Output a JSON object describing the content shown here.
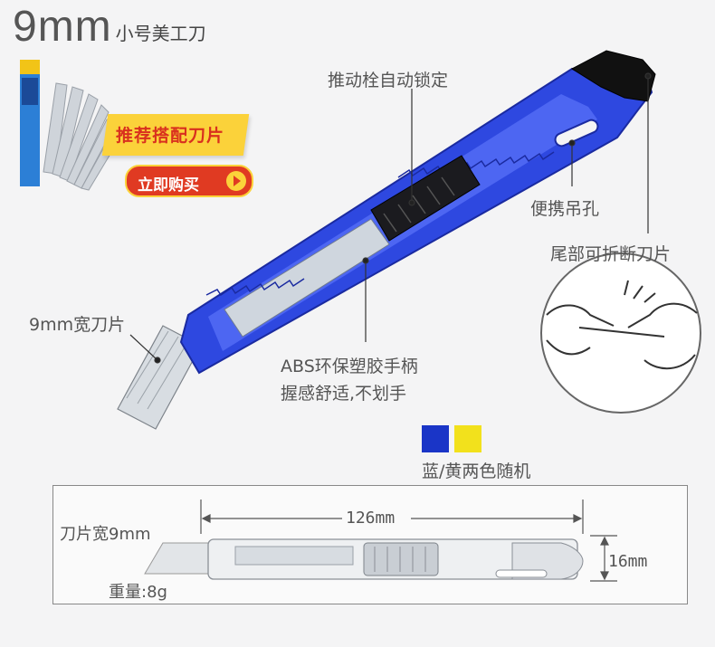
{
  "title": {
    "size": "9mm",
    "name": "小号美工刀"
  },
  "promo": {
    "banner": "推荐搭配刀片",
    "button": "立即购买"
  },
  "features": {
    "auto_lock": "推动栓自动锁定",
    "hang_hole": "便携吊孔",
    "tail_break": "尾部可折断刀片",
    "blade_width": "9mm宽刀片",
    "handle_line1": "ABS环保塑胶手柄",
    "handle_line2": "握感舒适,不划手"
  },
  "colors": {
    "label": "蓝/黄两色随机",
    "swatches": [
      "#1a35c7",
      "#f2e11c"
    ]
  },
  "spec": {
    "length": "126mm",
    "height": "16mm",
    "blade": "刀片宽9mm",
    "weight": "重量:8g"
  }
}
